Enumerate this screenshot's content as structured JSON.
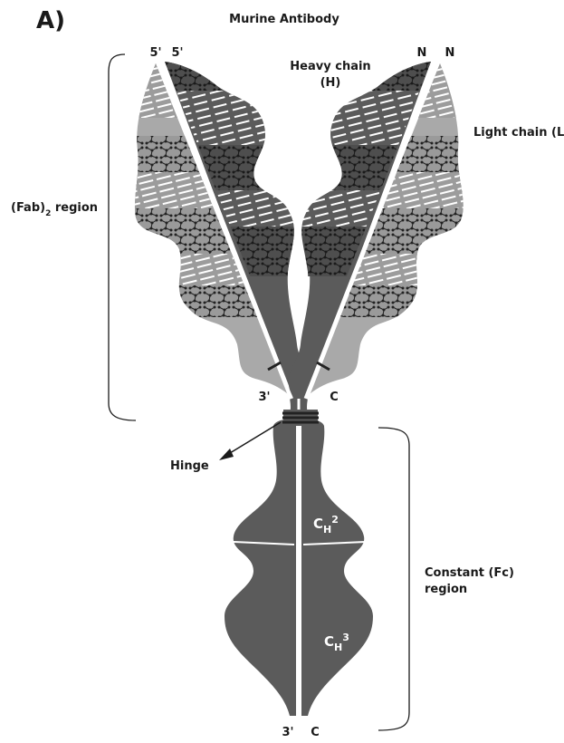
{
  "figure": {
    "panel_label": "A)",
    "title": "Murine Antibody"
  },
  "labels": {
    "five_prime_left": "5'",
    "five_prime_right": "5'",
    "n_left": "N",
    "n_right": "N",
    "heavy_chain": "Heavy chain",
    "heavy_chain_abbr": "(H)",
    "light_chain": "Light chain (L)",
    "fab_prefix": "(Fab)",
    "fab_subscript": "2",
    "fab_suffix": " region",
    "three_prime_upper": "3'",
    "c_upper": "C",
    "hinge": "Hinge",
    "ch2_base": "C",
    "ch2_sub": "H",
    "ch2_sup": "2",
    "ch3_base": "C",
    "ch3_sub": "H",
    "ch3_sup": "3",
    "constant_line1": "Constant (Fc)",
    "constant_line2": "region",
    "three_prime_bottom": "3'",
    "c_bottom": "C"
  },
  "colors": {
    "heavy_chain": "#5b5b5b",
    "light_chain_constant": "#a9a9a9",
    "light_chain_variable": "#8e8e8e",
    "pattern_lines": "#ffffff",
    "pattern_dots": "#1f1f1f",
    "hinge_band": "#2e2e2e",
    "text": "#1a1a1a"
  }
}
